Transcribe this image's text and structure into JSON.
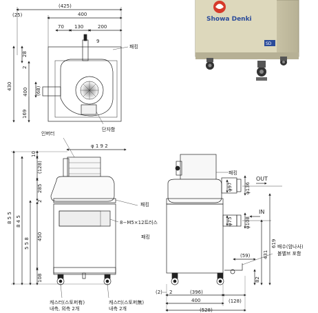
{
  "top_view": {
    "dims": {
      "overall_width": "(425)",
      "left_offset": "(25)",
      "body_width": "400",
      "seg_70": "70",
      "seg_130": "130",
      "seg_200": "200",
      "depth_430": "430",
      "depth_400": "400",
      "left_28": "28",
      "left_2": "2",
      "inner_68": "(68)",
      "left_169": "169",
      "right_9": "9"
    },
    "labels": {
      "packing": "패킹",
      "terminal_box": "단자함"
    }
  },
  "front_view": {
    "dims": {
      "height_855": "8 5 5",
      "height_845": "8 4 5",
      "height_558": "5 5 8",
      "top_10": "10",
      "d_128": "(128)",
      "d_285": "285",
      "d_2": "2",
      "d_450": "450",
      "d_108": "108",
      "phi_192": "φ 1 9 2"
    },
    "labels": {
      "inverter": "인버터",
      "packing": "패킹",
      "bolts": "8−M5×12트러스",
      "packing2": "패킹",
      "caster_lock": "캐스터(스토퍼有)",
      "caster_lock_note": "내측, 외측 2개",
      "caster_free": "캐스터(스토퍼無)",
      "caster_free_note": "내측 2개"
    }
  },
  "side_view": {
    "dims": {
      "phi_97": "φ97",
      "phi_136": "φ136",
      "phi_75": "φ75",
      "phi_108": "φ108",
      "d_619": "619",
      "d_431": "431",
      "d_59": "(59)",
      "d_82": "82",
      "d_2a": "(2)",
      "d_2b": "2",
      "d_396": "(396)",
      "d_128": "(128)",
      "d_400": "400",
      "d_528": "(528)"
    },
    "labels": {
      "packing_top": "패킹",
      "out": "OUT",
      "in": "IN",
      "drain_1": "배수(암나사)",
      "drain_2": "볼밸브 포함"
    }
  },
  "photo": {
    "brand": "Showa Denki",
    "badge": "SD"
  }
}
